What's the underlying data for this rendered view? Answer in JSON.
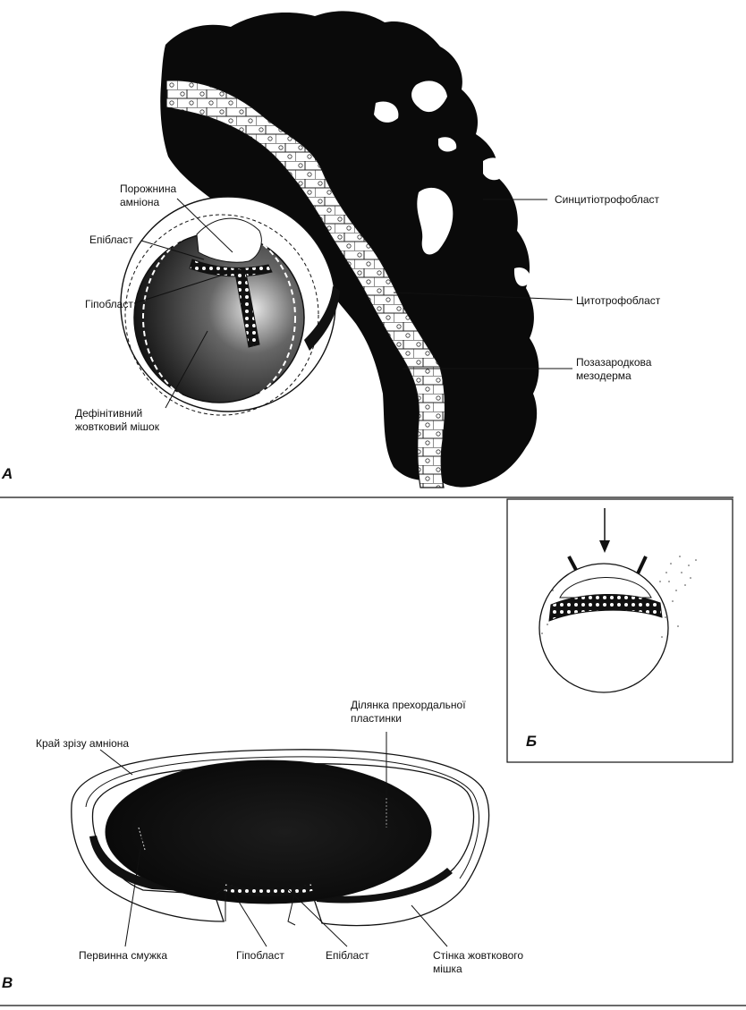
{
  "panels": {
    "a": {
      "letter": "A",
      "labels": {
        "amnion_cavity_1": "Порожнина",
        "amnion_cavity_2": "амніона",
        "epiblast": "Епібласт",
        "hypoblast": "Гіпобласт",
        "yolk_sac_1": "Дефінітивний",
        "yolk_sac_2": "жовтковий мішок",
        "syncytiotrophoblast": "Синцитіотрофобласт",
        "cytotrophoblast": "Цитотрофобласт",
        "mesoderm_1": "Позазародкова",
        "mesoderm_2": "мезодерма"
      }
    },
    "b": {
      "letter": "Б"
    },
    "c": {
      "letter": "В",
      "labels": {
        "prechordal_1": "Ділянка прехордальної",
        "prechordal_2": "пластинки",
        "amnion_cut": "Край зрізу амніона",
        "primitive_streak": "Первинна смужка",
        "hypoblast": "Гіпобласт",
        "epiblast": "Епібласт",
        "yolk_wall_1": "Стінка жовткового",
        "yolk_wall_2": "мішка"
      }
    }
  }
}
